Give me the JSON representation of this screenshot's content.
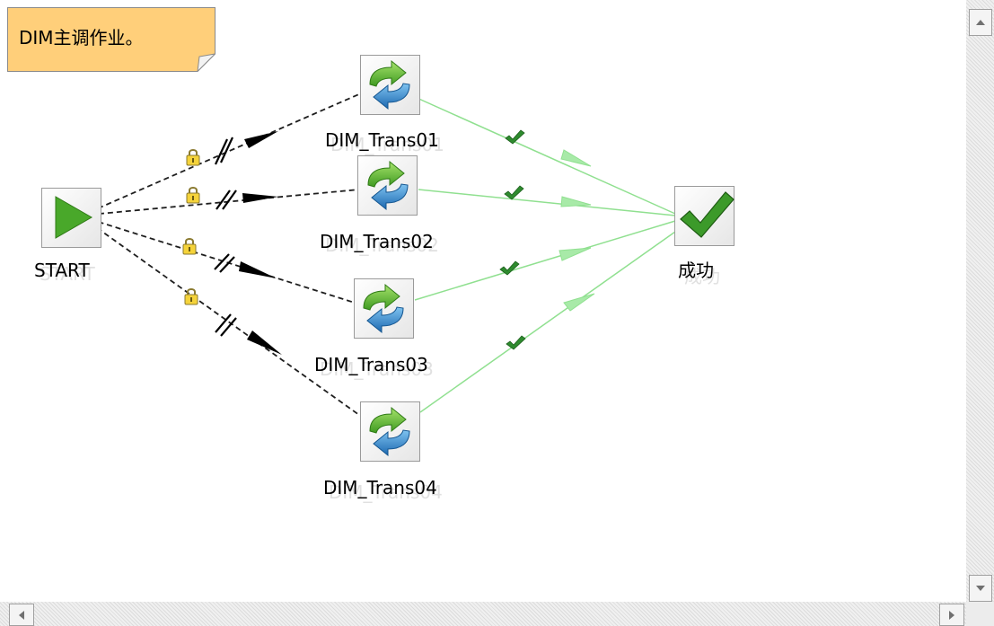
{
  "note": {
    "text": "DIM主调作业。"
  },
  "nodes": {
    "start": {
      "label": "START"
    },
    "trans01": {
      "label": "DIM_Trans01"
    },
    "trans02": {
      "label": "DIM_Trans02"
    },
    "trans03": {
      "label": "DIM_Trans03"
    },
    "trans04": {
      "label": "DIM_Trans04"
    },
    "success": {
      "label": "成功"
    }
  },
  "colors": {
    "note_fill": "#ffcf7a",
    "hop_unconditional": "#1e1e1e",
    "hop_success": "#90e090",
    "check": "#2e8b2e",
    "start_triangle": "#49a82a",
    "trans_green": "#5fb33a",
    "trans_blue": "#2f7fc4"
  },
  "icons": {
    "start": "play-triangle-icon",
    "trans": "transformation-arrows-icon",
    "success": "checkmark-icon",
    "lock": "padlock-icon",
    "parallel": "parallel-hash-icon",
    "ok": "green-check-icon"
  }
}
